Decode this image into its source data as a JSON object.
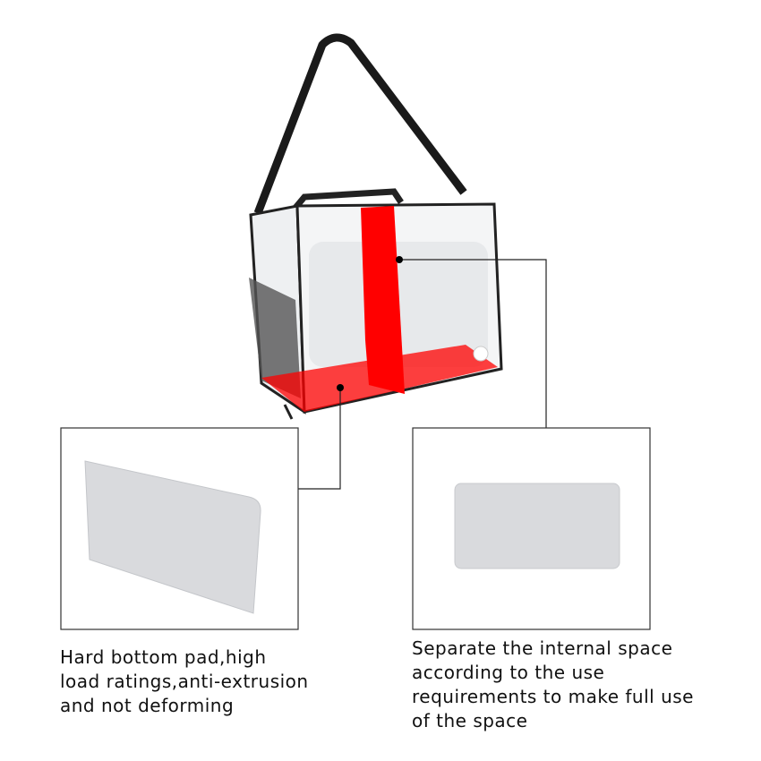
{
  "product": {
    "accent_red": "#ff0000",
    "strap_color": "#1a1a1a",
    "pad_color": "#d9dadd"
  },
  "callouts": [
    {
      "id": "bottom-pad",
      "text": "Hard bottom pad,high\nload ratings,anti-extrusion\nand not deforming"
    },
    {
      "id": "divider",
      "text": "Separate the internal space\naccording to the use\nrequirements to make full use\nof the space"
    }
  ]
}
